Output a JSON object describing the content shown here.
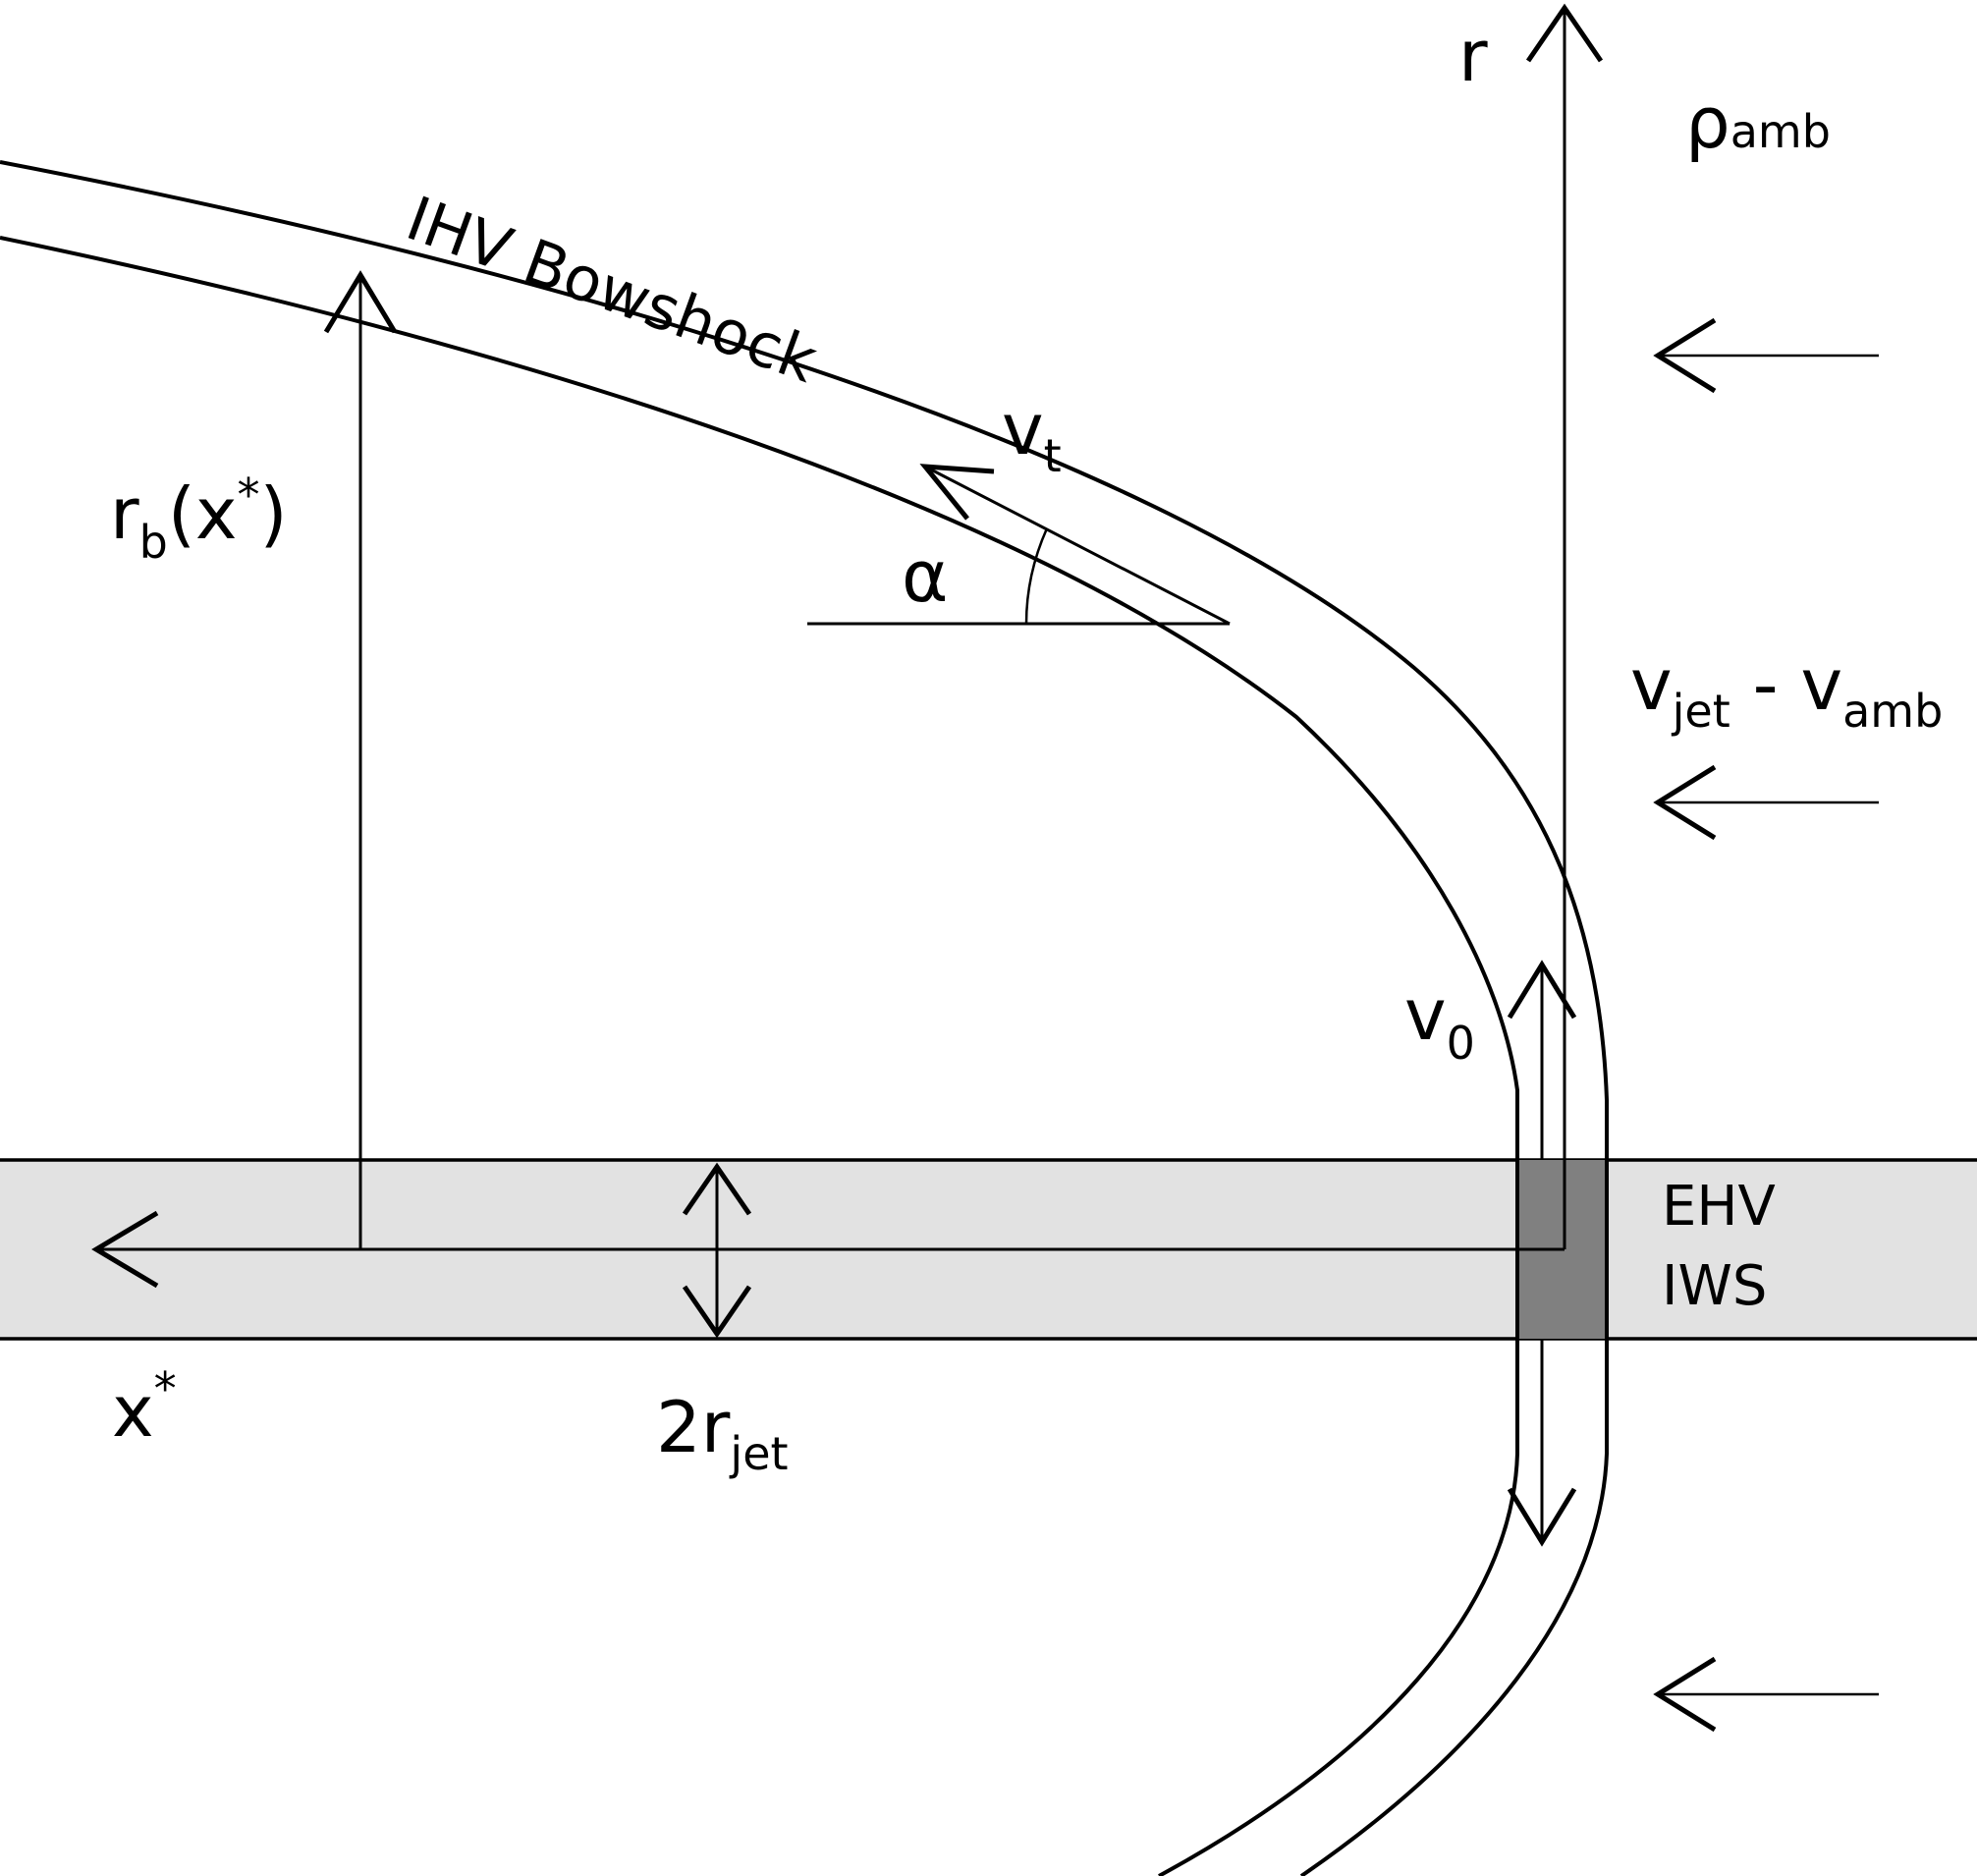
{
  "labels": {
    "r_axis": "r",
    "rho": "ρ",
    "rho_sub": "amb",
    "shock": "IHV Bowshock",
    "vt": "v",
    "vt_sub": "t",
    "alpha": "α",
    "rb": "r",
    "rb_sub": "b",
    "rb_arg": "(x",
    "rb_sup": "*",
    "rb_close": ")",
    "vjet": "v",
    "vjet_sub": "jet",
    "minus": " - v",
    "vamb_sub": "amb",
    "v0": "v",
    "v0_sub": "0",
    "ehv": "EHV",
    "iws": "IWS",
    "x": "x",
    "x_sup": "*",
    "rjet_pre": "2r",
    "rjet_sub": "jet"
  },
  "colors": {
    "line": "#000000",
    "jet_band": "#e2e2e2",
    "working_surface": "#808080",
    "background": "#ffffff"
  }
}
